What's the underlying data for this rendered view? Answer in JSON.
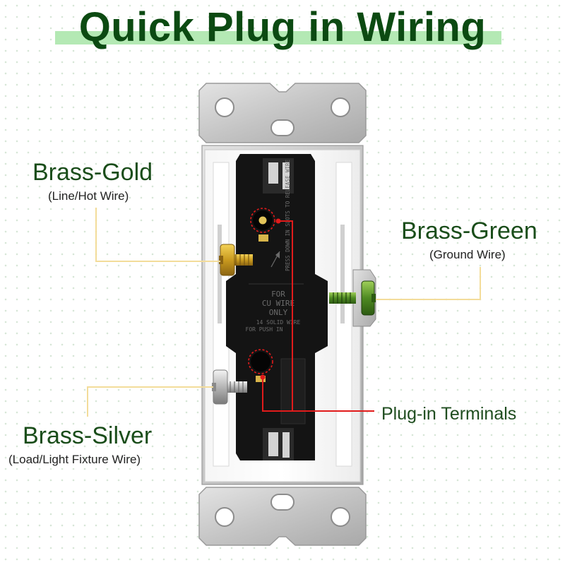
{
  "title": "Quick Plug in Wiring",
  "labels": {
    "brass_gold": {
      "name": "Brass-Gold",
      "sub": "(Line/Hot Wire)"
    },
    "brass_green": {
      "name": "Brass-Green",
      "sub": "(Ground Wire)"
    },
    "brass_silver": {
      "name": "Brass-Silver",
      "sub": "(Load/Light Fixture Wire)"
    },
    "plug_in": "Plug-in Terminals"
  },
  "body_text": {
    "line1": "FOR",
    "line2": "CU WIRE",
    "line3": "ONLY",
    "line4": "14 SOLID WIRE",
    "line5": "FOR PUSH IN",
    "side": "PRESS DOWN IN SLOTS TO RELEASE WIRE"
  },
  "colors": {
    "title": "#0c4a12",
    "title_highlight": "#b4e9b4",
    "leader_line": "#f3dc9a",
    "terminal_line": "#e11b1b",
    "switch_body": "#141414",
    "strap": "#c8c8c8"
  }
}
